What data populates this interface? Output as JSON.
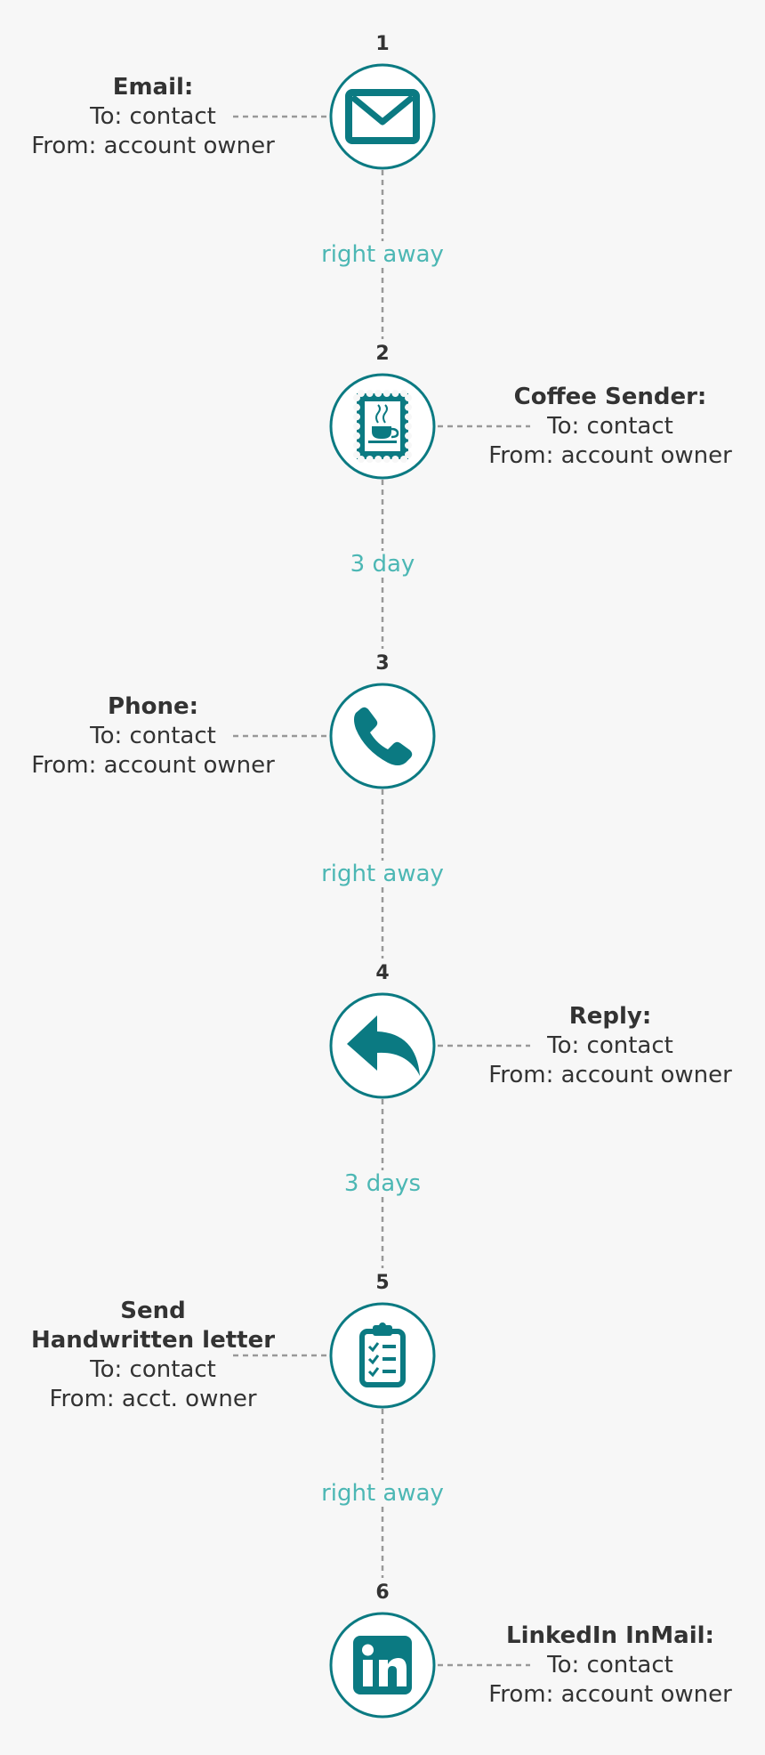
{
  "colors": {
    "accent": "#0b7a82",
    "delay_text": "#4cb7b4",
    "connector": "#999999",
    "text": "#333333",
    "background": "#f7f7f7"
  },
  "steps": [
    {
      "number": "1",
      "icon": "envelope-icon",
      "title": "Email:",
      "lines": [
        "To: contact",
        "From: account owner"
      ],
      "side": "left"
    },
    {
      "number": "2",
      "icon": "coffee-stamp-icon",
      "title": "Coffee Sender:",
      "lines": [
        "To: contact",
        "From: account owner"
      ],
      "side": "right"
    },
    {
      "number": "3",
      "icon": "phone-icon",
      "title": "Phone:",
      "lines": [
        "To: contact",
        "From: account owner"
      ],
      "side": "left"
    },
    {
      "number": "4",
      "icon": "reply-icon",
      "title": "Reply:",
      "lines": [
        "To: contact",
        "From: account owner"
      ],
      "side": "right"
    },
    {
      "number": "5",
      "icon": "clipboard-checklist-icon",
      "title": "Send\nHandwritten letter",
      "lines": [
        "To: contact",
        "From: acct. owner"
      ],
      "side": "left"
    },
    {
      "number": "6",
      "icon": "linkedin-icon",
      "title": "LinkedIn InMail:",
      "lines": [
        "To: contact",
        "From: account owner"
      ],
      "side": "right"
    }
  ],
  "delays": [
    "right away",
    "3 day",
    "right away",
    "3 days",
    "right away"
  ]
}
